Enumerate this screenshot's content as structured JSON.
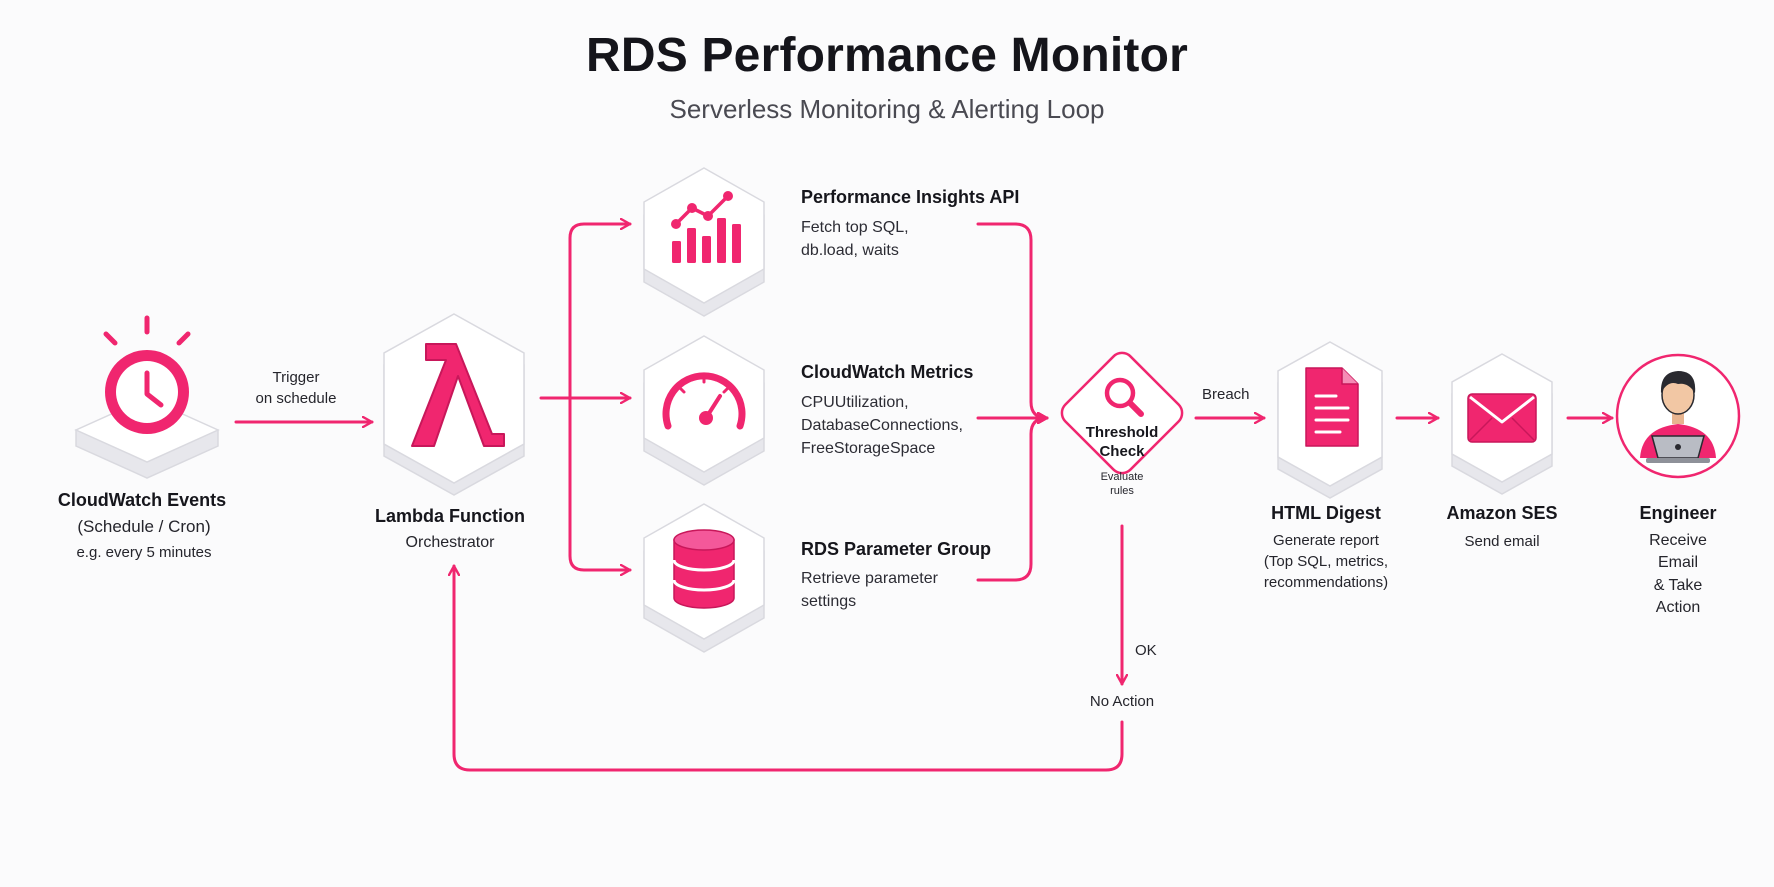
{
  "title": "RDS Performance Monitor",
  "subtitle": "Serverless Monitoring & Alerting Loop",
  "colors": {
    "accent": "#f0266f",
    "accent_dark": "#c8175a",
    "tile": "#ffffff",
    "tile_edge": "#d9d9df",
    "tile_side": "#e7e7ec"
  },
  "nodes": {
    "cloudwatch_events": {
      "icon": "clock-icon",
      "name": "CloudWatch Events",
      "line1": "(Schedule / Cron)",
      "line2": "e.g. every 5 minutes"
    },
    "lambda": {
      "icon": "lambda-icon",
      "name": "Lambda Function",
      "desc": "Orchestrator"
    },
    "performance_insights": {
      "icon": "bar-chart-icon",
      "name": "Performance Insights API",
      "desc": "Fetch top SQL,\ndb.load, waits"
    },
    "cloudwatch_metrics": {
      "icon": "gauge-icon",
      "name": "CloudWatch Metrics",
      "desc": "CPUUtilization,\nDatabaseConnections,\nFreeStorageSpace"
    },
    "parameter_group": {
      "icon": "database-icon",
      "name": "RDS Parameter Group",
      "desc": "Retrieve parameter\nsettings"
    },
    "threshold": {
      "icon": "magnifier-icon",
      "name": "Threshold\nCheck",
      "desc": "Evaluate\nrules"
    },
    "html_digest": {
      "icon": "document-icon",
      "name": "HTML Digest",
      "desc": "Generate report\n(Top SQL, metrics,\nrecommendations)"
    },
    "ses": {
      "icon": "envelope-icon",
      "name": "Amazon SES",
      "desc": "Send email"
    },
    "engineer": {
      "icon": "person-laptop-icon",
      "name": "Engineer",
      "desc": "Receive Email\n& Take Action"
    }
  },
  "edges": {
    "trigger": "Trigger\non schedule",
    "breach": "Breach",
    "ok": "OK",
    "no_action": "No Action"
  }
}
